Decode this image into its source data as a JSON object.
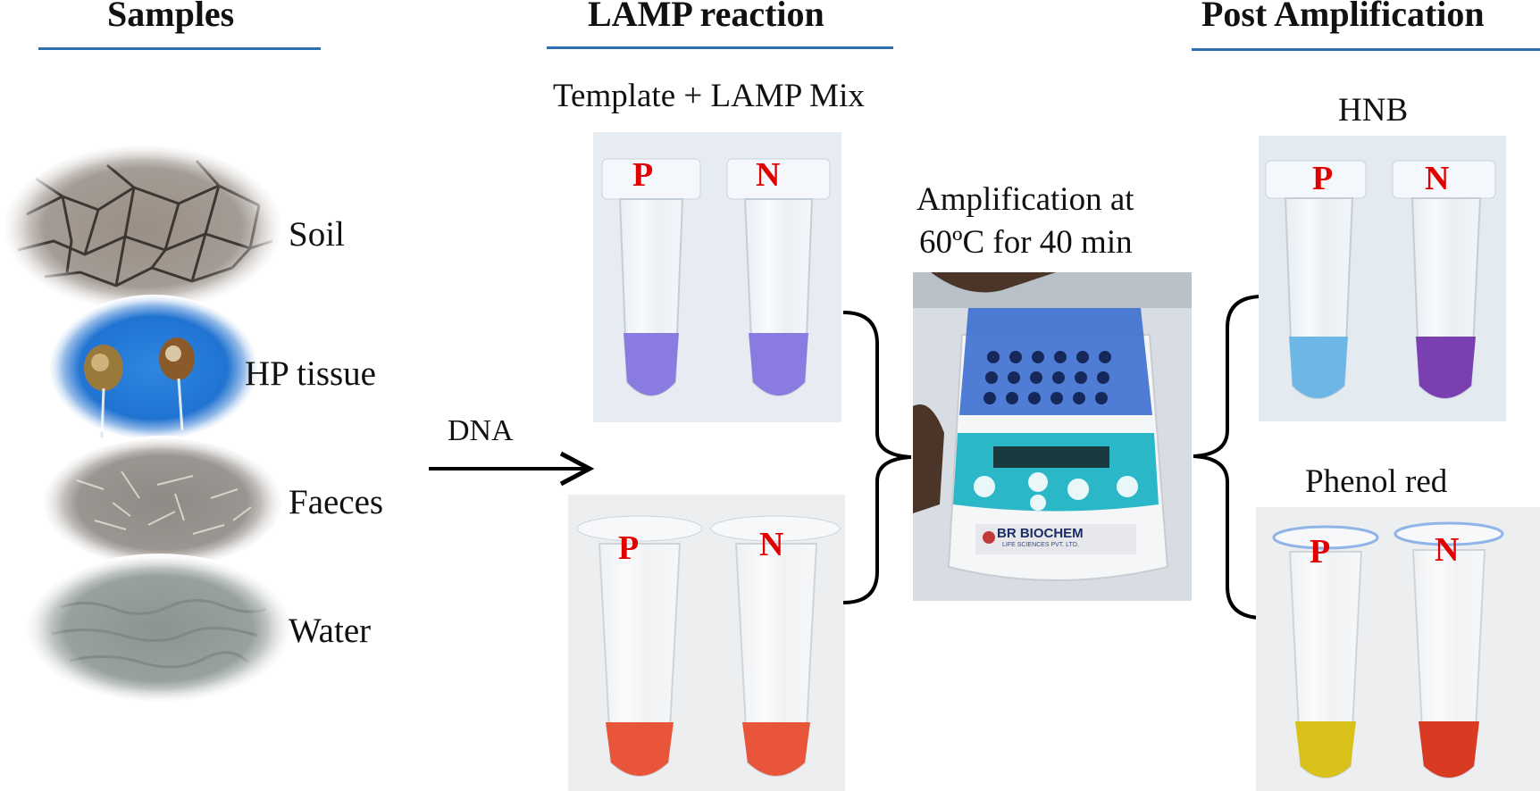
{
  "headings": {
    "samples": "Samples",
    "lamp": "LAMP reaction",
    "post": "Post Amplification"
  },
  "samples": [
    {
      "label": "Soil"
    },
    {
      "label": "HP tissue"
    },
    {
      "label": "Faeces"
    },
    {
      "label": "Water"
    }
  ],
  "arrow_label": "DNA",
  "lamp": {
    "mix_title": "Template + LAMP Mix",
    "tubes": {
      "positive": "P",
      "negative": "N"
    }
  },
  "amplification": {
    "line1": "Amplification at",
    "line2": "60ºC for 40 min",
    "device_brand": "BR BIOCHEM",
    "device_sub": "LIFE SCIENCES PVT. LTD."
  },
  "post": {
    "hnb_title": "HNB",
    "phenol_title": "Phenol red"
  },
  "colors": {
    "rule": "#2e6fb3",
    "tube_label": "#e00000",
    "hnb_positive": "#6cb7e6",
    "hnb_negative": "#7a3fb0",
    "lamp_mix_violet": "#8a7be0",
    "lamp_mix_red": "#e8553a",
    "phenol_positive": "#d8c21a",
    "phenol_negative": "#d83a22",
    "device_lid": "#3d6fd0",
    "device_buttons": "#2ab7c8"
  }
}
